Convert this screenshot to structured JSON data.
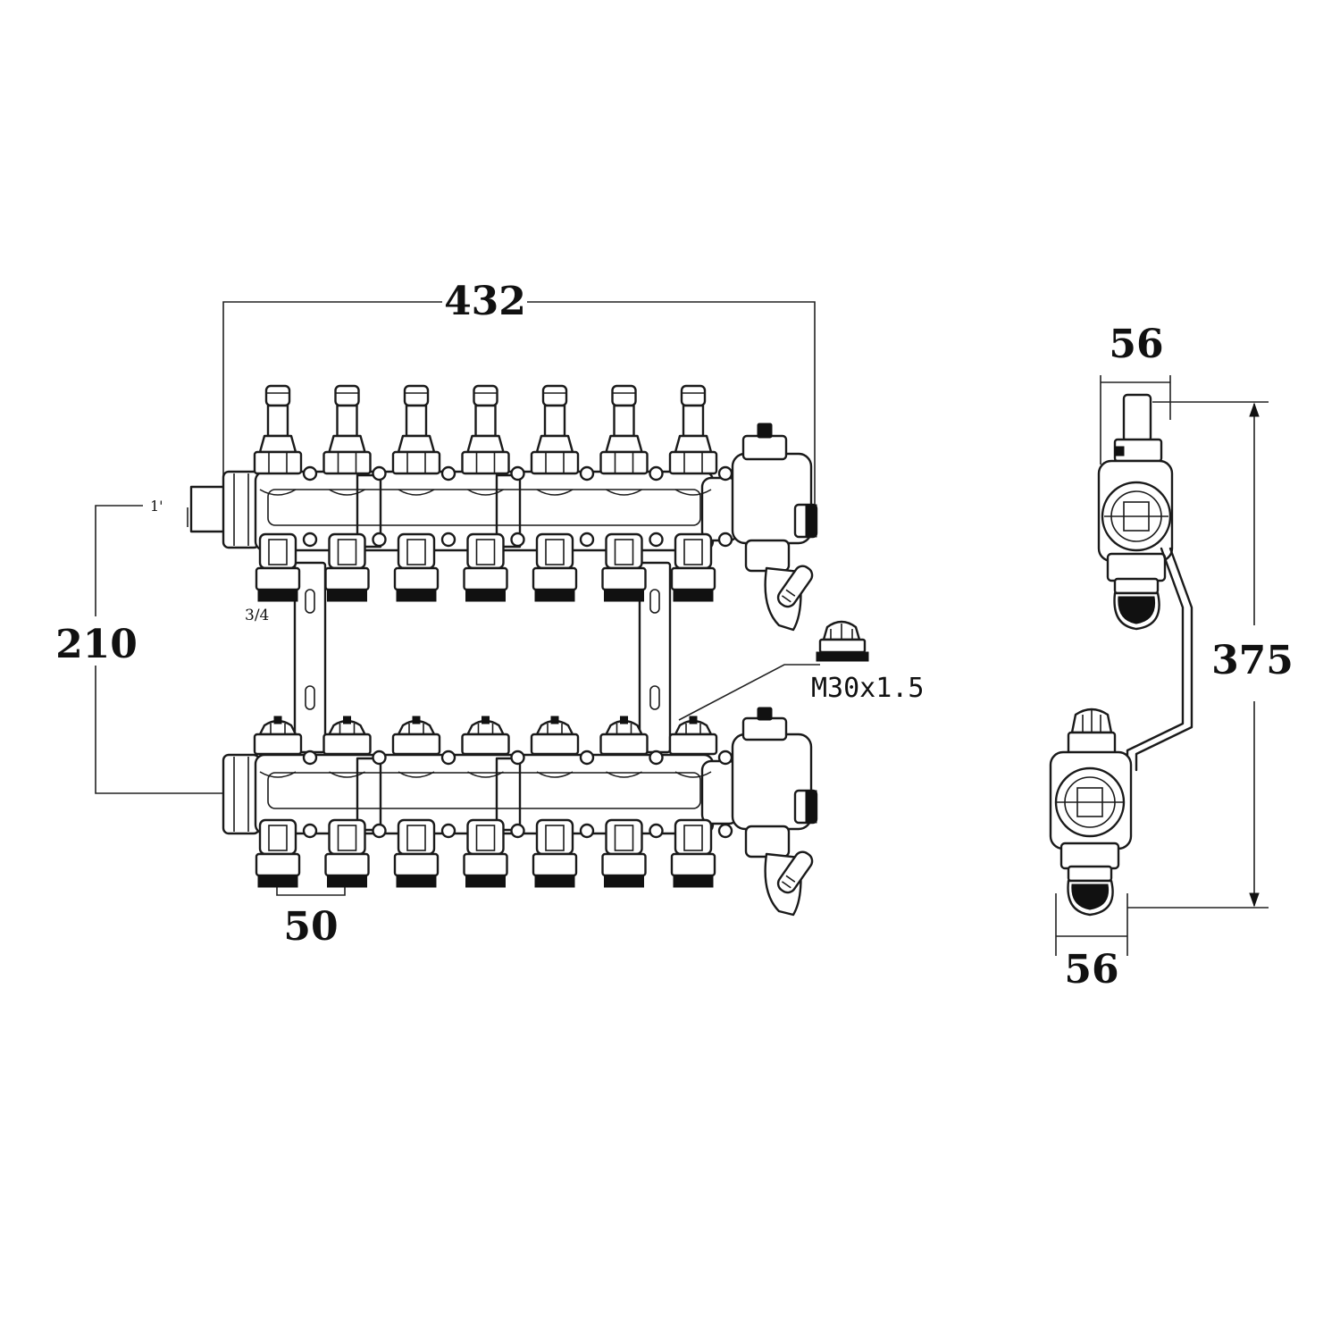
{
  "dimensions": {
    "overall_width": "432",
    "bar_spacing": "210",
    "outlet_pitch": "50",
    "side_depth_top": "56",
    "side_depth_bottom": "56",
    "side_height": "375"
  },
  "labels": {
    "inlet_size": "1'",
    "outlet_thread": "3/4",
    "valve_thread": "M30x1.5"
  },
  "drawing": {
    "outlets_per_bar": 7,
    "line_color": "#1a1a1a"
  }
}
